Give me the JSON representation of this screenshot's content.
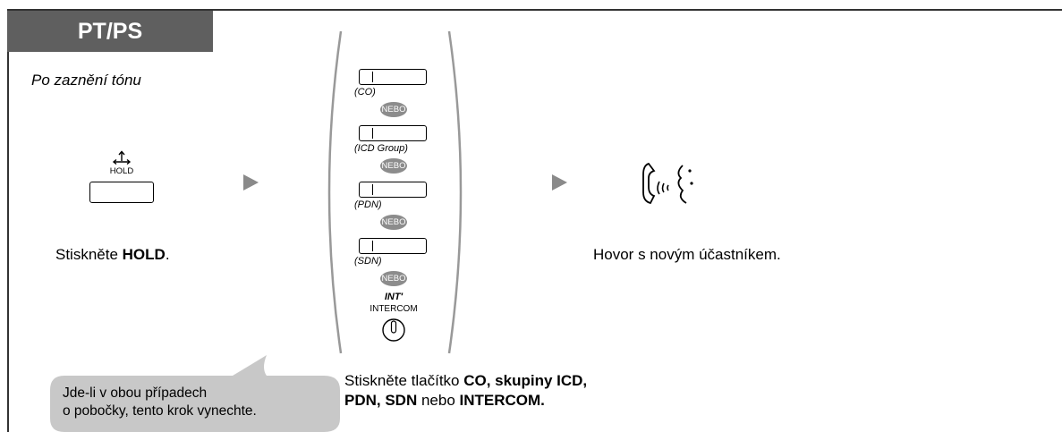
{
  "header": {
    "tab_label": "PT/PS"
  },
  "intro": {
    "text": "Po zaznění tónu"
  },
  "step1": {
    "key_label": "HOLD",
    "caption_prefix": "Stiskněte ",
    "caption_bold": "HOLD",
    "caption_suffix": "."
  },
  "step2": {
    "keys": [
      {
        "label": "(CO)"
      },
      {
        "label": "(ICD Group)"
      },
      {
        "label": "(PDN)"
      },
      {
        "label": "(SDN)"
      }
    ],
    "or_label": "NEBO",
    "int_label": "INT'",
    "intercom_label": "INTERCOM",
    "caption_prefix": "Stiskněte tlačítko ",
    "caption_bold1": "CO, skupiny ICD,",
    "caption_bold2": "PDN, SDN",
    "caption_mid": " nebo ",
    "caption_bold3": "INTERCOM."
  },
  "step3": {
    "caption": "Hovor s novým účastníkem."
  },
  "note": {
    "line1": "Jde-li v obou případech",
    "line2": "o pobočky, tento krok vynechte."
  }
}
